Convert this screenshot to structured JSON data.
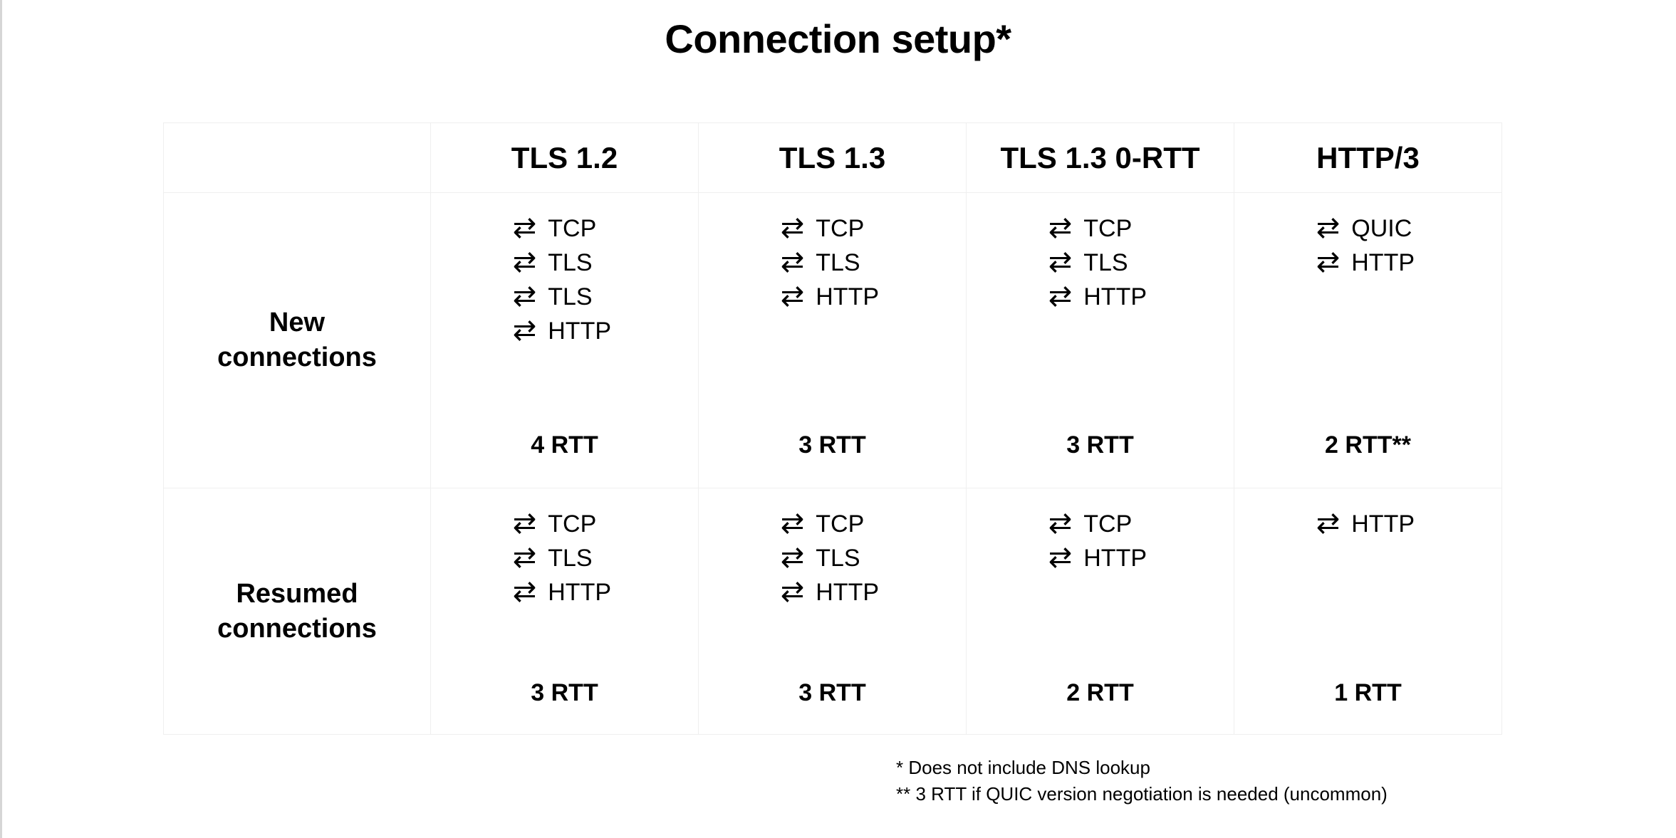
{
  "page": {
    "title": "Connection setup*",
    "background_color": "#ffffff",
    "text_color": "#000000",
    "border_color": "#efefef"
  },
  "icons": {
    "exchange_arrow": "⇄",
    "exchange_arrow_name": "round-trip-arrow-icon"
  },
  "table": {
    "row_header_blank": "",
    "columns": [
      {
        "id": "tls12",
        "label": "TLS 1.2"
      },
      {
        "id": "tls13",
        "label": "TLS 1.3"
      },
      {
        "id": "tls13_0rtt",
        "label": "TLS 1.3 0-RTT"
      },
      {
        "id": "http3",
        "label": "HTTP/3"
      }
    ],
    "rows": [
      {
        "id": "new",
        "label_line1": "New",
        "label_line2": "connections",
        "cells": [
          {
            "column": "tls12",
            "steps": [
              "TCP",
              "TLS",
              "TLS",
              "HTTP"
            ],
            "rtt": "4 RTT"
          },
          {
            "column": "tls13",
            "steps": [
              "TCP",
              "TLS",
              "HTTP"
            ],
            "rtt": "3 RTT"
          },
          {
            "column": "tls13_0rtt",
            "steps": [
              "TCP",
              "TLS",
              "HTTP"
            ],
            "rtt": "3 RTT"
          },
          {
            "column": "http3",
            "steps": [
              "QUIC",
              "HTTP"
            ],
            "rtt": "2 RTT**"
          }
        ]
      },
      {
        "id": "resumed",
        "label_line1": "Resumed",
        "label_line2": "connections",
        "cells": [
          {
            "column": "tls12",
            "steps": [
              "TCP",
              "TLS",
              "HTTP"
            ],
            "rtt": "3 RTT"
          },
          {
            "column": "tls13",
            "steps": [
              "TCP",
              "TLS",
              "HTTP"
            ],
            "rtt": "3 RTT"
          },
          {
            "column": "tls13_0rtt",
            "steps": [
              "TCP",
              "HTTP"
            ],
            "rtt": "2 RTT"
          },
          {
            "column": "http3",
            "steps": [
              "HTTP"
            ],
            "rtt": "1 RTT"
          }
        ]
      }
    ]
  },
  "footnotes": [
    "* Does not include DNS lookup",
    "** 3 RTT if QUIC version negotiation is needed (uncommon)"
  ]
}
